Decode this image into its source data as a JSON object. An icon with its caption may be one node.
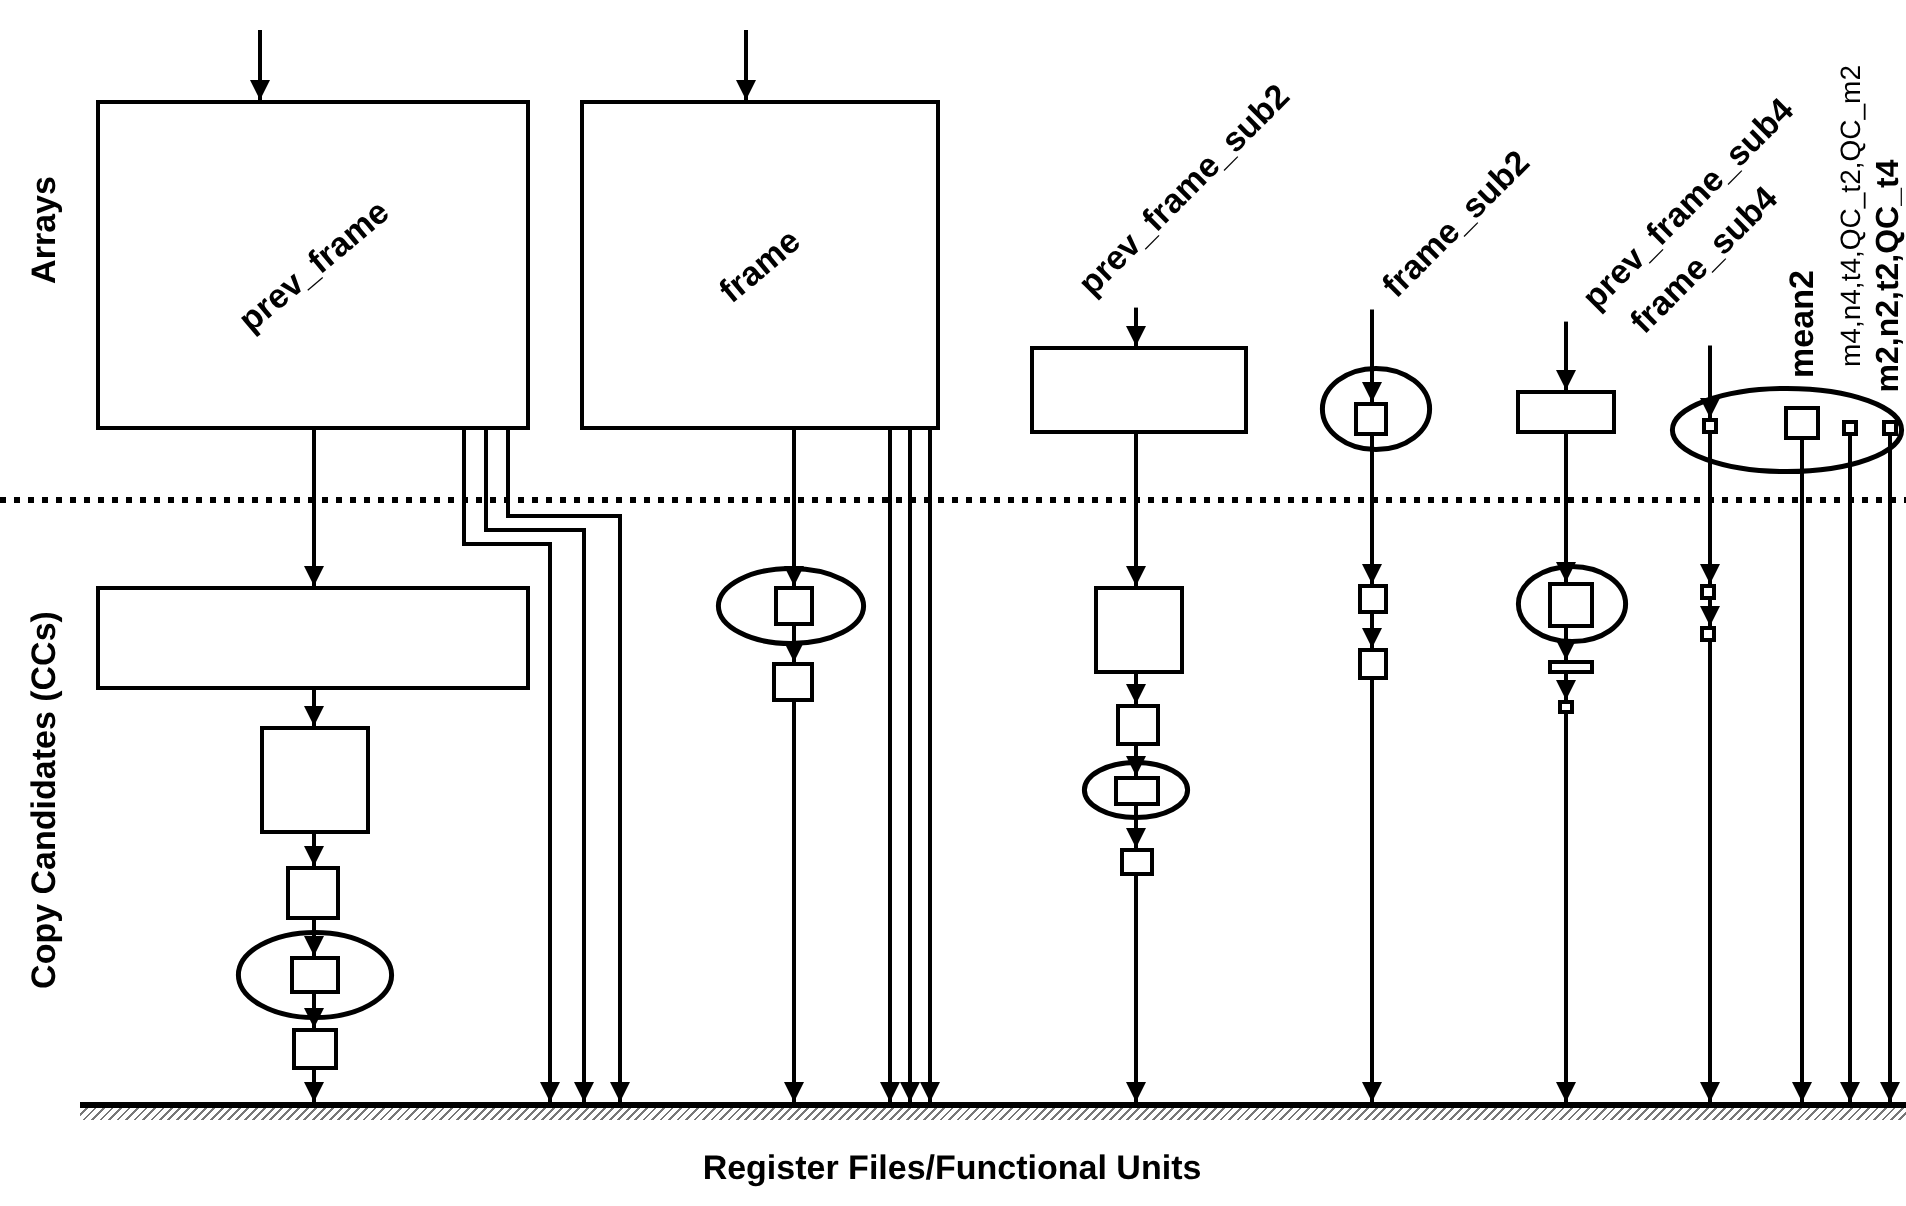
{
  "diagram": {
    "nodes": [
      {
        "text": [
          "prev_frame"
        ]
      },
      {
        "text": [
          "frame"
        ]
      },
      {
        "text": [
          "prev_frame_sub2"
        ]
      },
      {
        "text": [],
        "shape": "box"
      },
      {
        "text": [
          "frame_sub2"
        ]
      },
      {
        "text": [],
        "shape": "ellipse"
      },
      {
        "text": [],
        "shape": "box",
        "in": 5
      },
      {
        "text": [
          "prev_frame_sub4"
        ]
      },
      {
        "text": [],
        "shape": "box"
      },
      {
        "text": [
          "frame_sub4"
        ]
      },
      {
        "text": [],
        "shape": "ellipse"
      },
      {
        "text": [],
        "shape": "box",
        "in": 10
      },
      {
        "text": [],
        "shape": "box",
        "in": 10
      },
      {
        "text": [],
        "shape": "box",
        "in": 10
      },
      {
        "text": [],
        "shape": "box",
        "in": 10
      },
      {
        "text": [],
        "shape": "box"
      },
      {
        "text": [],
        "shape": "box"
      },
      {
        "text": [],
        "shape": "box"
      },
      {
        "text": [],
        "shape": "ellipse"
      },
      {
        "text": [],
        "shape": "box",
        "in": 18
      },
      {
        "text": [],
        "shape": "box"
      },
      {
        "text": [],
        "shape": "ellipse"
      },
      {
        "text": [],
        "shape": "box",
        "in": 21
      },
      {
        "text": [],
        "shape": "box"
      },
      {
        "text": [],
        "shape": "box"
      },
      {
        "text": [],
        "shape": "box"
      },
      {
        "text": [],
        "shape": "ellipse"
      },
      {
        "text": [],
        "shape": "box",
        "in": 26
      },
      {
        "text": [],
        "shape": "box"
      },
      {
        "text": [],
        "shape": "box"
      },
      {
        "text": [],
        "shape": "box"
      },
      {
        "text": [],
        "shape": "ellipse"
      },
      {
        "text": [],
        "shape": "box",
        "in": 31
      },
      {
        "text": [],
        "shape": "bar"
      },
      {
        "text": [],
        "shape": "box"
      },
      {
        "text": [],
        "shape": "box"
      },
      {
        "text": [],
        "shape": "box"
      },
      {
        "text": [],
        "shape": "bar"
      }
    ],
    "edges": [
      {
        "from": null,
        "to": 0,
        "arrow": "to"
      },
      {
        "from": null,
        "to": 1,
        "arrow": "to"
      },
      {
        "from": 2,
        "to": 3,
        "arrow": "to"
      },
      {
        "from": 4,
        "to": 6,
        "arrow": "to"
      },
      {
        "from": 7,
        "to": 8,
        "arrow": "to"
      },
      {
        "from": 9,
        "to": 11,
        "arrow": "to"
      },
      {
        "from": 0,
        "to": 15,
        "arrow": "to"
      },
      {
        "from": 15,
        "to": 16,
        "arrow": "to"
      },
      {
        "from": 16,
        "to": 17,
        "arrow": "to"
      },
      {
        "from": 17,
        "to": 19,
        "arrow": "to"
      },
      {
        "from": 19,
        "to": 20,
        "arrow": "to"
      },
      {
        "from": 20,
        "to": 37,
        "arrow": "to"
      },
      {
        "from": 0,
        "to": 37,
        "arrow": "to"
      },
      {
        "from": 0,
        "to": 37,
        "arrow": "to"
      },
      {
        "from": 0,
        "to": 37,
        "arrow": "to"
      },
      {
        "from": 1,
        "to": 22,
        "arrow": "to"
      },
      {
        "from": 22,
        "to": 23,
        "arrow": "to"
      },
      {
        "from": 23,
        "to": 37,
        "arrow": "to"
      },
      {
        "from": 1,
        "to": 37,
        "arrow": "to"
      },
      {
        "from": 1,
        "to": 37,
        "arrow": "to"
      },
      {
        "from": 1,
        "to": 37,
        "arrow": "to"
      },
      {
        "from": 3,
        "to": 24,
        "arrow": "to"
      },
      {
        "from": 24,
        "to": 25,
        "arrow": "to"
      },
      {
        "from": 25,
        "to": 27,
        "arrow": "to"
      },
      {
        "from": 27,
        "to": 28,
        "arrow": "to"
      },
      {
        "from": 28,
        "to": 37,
        "arrow": "to"
      },
      {
        "from": 6,
        "to": 29,
        "arrow": "to"
      },
      {
        "from": 29,
        "to": 30,
        "arrow": "to"
      },
      {
        "from": 30,
        "to": 37,
        "arrow": "to"
      },
      {
        "from": 8,
        "to": 32,
        "arrow": "to"
      },
      {
        "from": 32,
        "to": 33,
        "arrow": "to"
      },
      {
        "from": 33,
        "to": 34,
        "arrow": "to"
      },
      {
        "from": 34,
        "to": 37,
        "arrow": "to"
      },
      {
        "from": 11,
        "to": 35,
        "arrow": "to"
      },
      {
        "from": 35,
        "to": 36,
        "arrow": "to"
      },
      {
        "from": 36,
        "to": 37,
        "arrow": "to"
      },
      {
        "from": 12,
        "to": 37,
        "arrow": "to"
      },
      {
        "from": 13,
        "to": 37,
        "arrow": "to"
      },
      {
        "from": 14,
        "to": 37,
        "arrow": "to"
      }
    ],
    "labels": [
      "Arrays",
      "Copy Candidates (CCs)",
      "mean2",
      "m4,n4,t4,QC_t2,QC_m2",
      "m2,n2,t2,QC_t4",
      "Register Files/Functional Units"
    ]
  }
}
